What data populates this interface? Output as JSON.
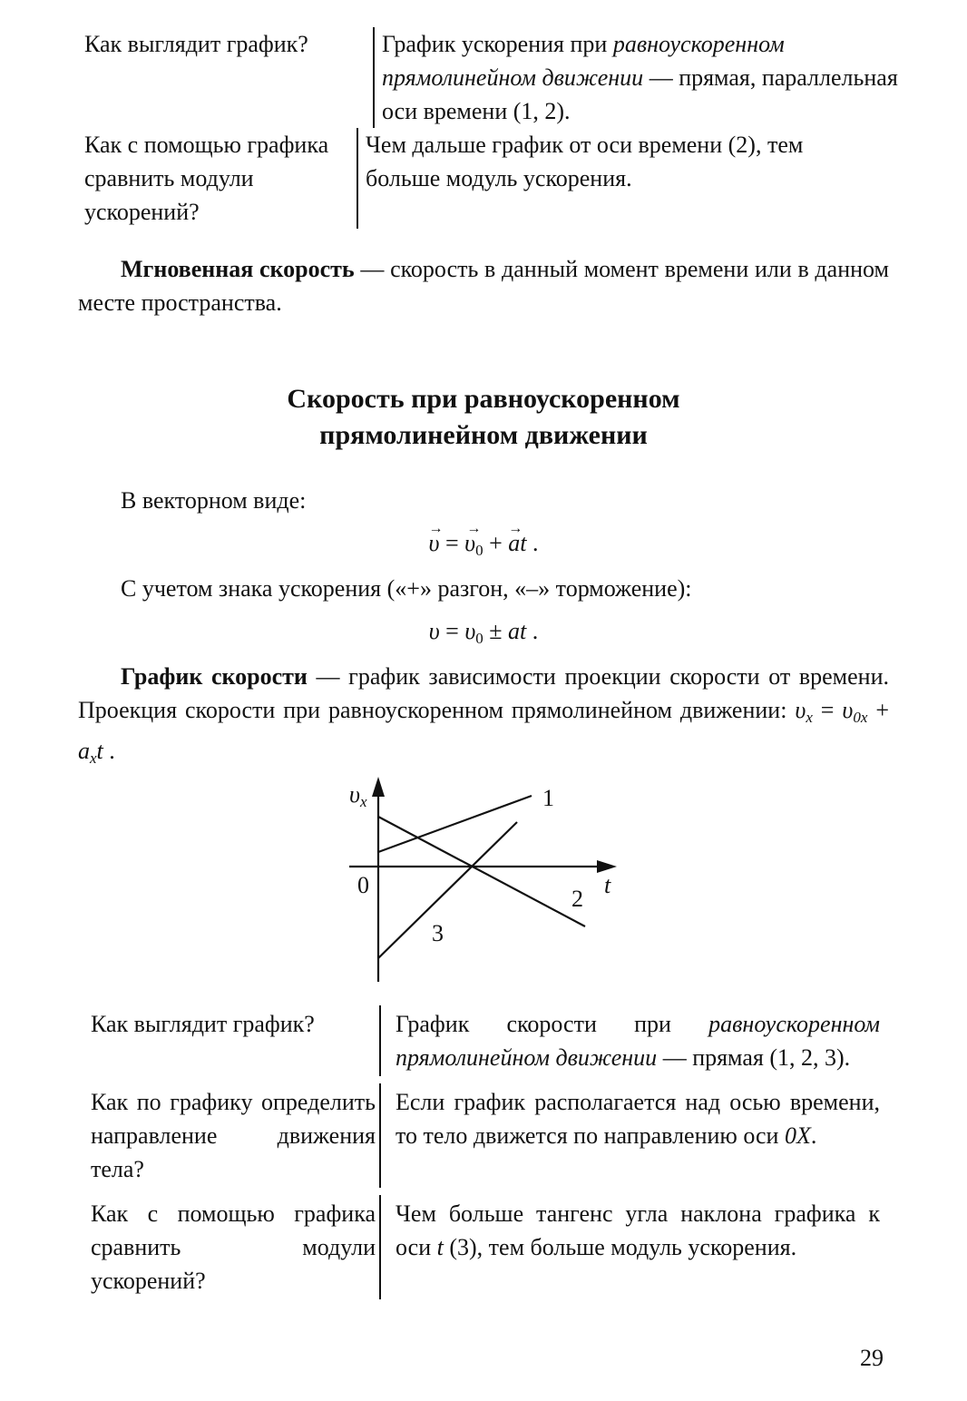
{
  "table_top": {
    "rows": [
      {
        "q": "Как выглядит график?",
        "a_parts": [
          "График ускорения при ",
          "равноускоренном прямолинейном движении",
          " — прямая, параллельная оси времени (1, 2)."
        ]
      },
      {
        "q": "Как с помощью графика сравнить модули ускорений?",
        "a": "Чем дальше график от оси времени (2), тем больше модуль ускорения."
      }
    ]
  },
  "instant_velocity": {
    "term": "Мгновенная скорость",
    "text": " — скорость в данный момент времени или в данном месте пространства."
  },
  "section": {
    "title_line1": "Скорость при равноускоренном",
    "title_line2": "прямолинейном движении"
  },
  "vector_intro": "В векторном виде:",
  "formula_vector": {
    "lhs": "υ",
    "eq": " = ",
    "v0": "υ",
    "v0_sub": "0",
    "plus": " + ",
    "a": "a",
    "t": "t",
    "end": " ."
  },
  "sign_intro": "С учетом знака ускорения («+» разгон, «–» торможение):",
  "formula_scalar": {
    "lhs": "υ",
    "eq": " = ",
    "v0": "υ",
    "v0_sub": "0",
    "pm": " ± ",
    "at": "at",
    "end": " ."
  },
  "velocity_graph_def": {
    "term": "График скорости",
    "text": " — график зависимости проекции скорости от времени. Проекция скорости при равноускоренном прямолинейном движении: ",
    "f_v": "υ",
    "f_vsub": "x",
    "f_eq": " = ",
    "f_v0": "υ",
    "f_v0sub": "0x",
    "f_plus": " + ",
    "f_a": "a",
    "f_asub": "x",
    "f_t": "t",
    "f_end": " ."
  },
  "graph": {
    "y_label": "υ",
    "y_label_sub": "x",
    "x_label": "t",
    "origin_label": "0",
    "line_labels": [
      "1",
      "2",
      "3"
    ]
  },
  "table_bottom": {
    "rows": [
      {
        "q": "Как выглядит график?",
        "a_parts": [
          "График скорости при ",
          "равноускоренном прямолинейном движении",
          " — прямая (1, 2, 3)."
        ]
      },
      {
        "q": "Как по графику определить направление движения тела?",
        "a_parts": [
          "Если график располагается над осью времени, то тело движется по направлению оси ",
          "0X",
          "."
        ]
      },
      {
        "q": "Как с помощью графика сравнить модули ускорений?",
        "a_parts": [
          "Чем больше тангенс угла наклона графика к оси ",
          "t",
          " (3), тем больше модуль ускорения."
        ]
      }
    ]
  },
  "page_number": "29"
}
